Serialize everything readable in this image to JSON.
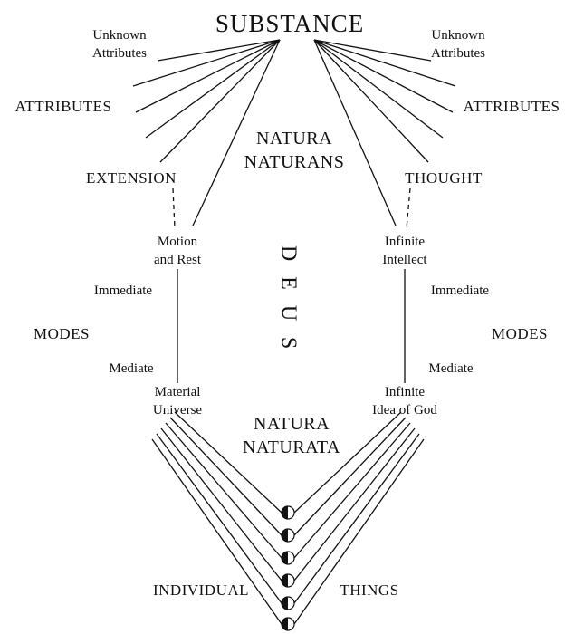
{
  "colors": {
    "ink": "#111111",
    "background": "#ffffff"
  },
  "diagram": {
    "substance": "SUBSTANCE",
    "natura_naturans": [
      "NATURA",
      "NATURANS"
    ],
    "natura_naturata": [
      "NATURA",
      "NATURATA"
    ],
    "deus": [
      "D",
      "E",
      "U",
      "S"
    ],
    "individual_things": [
      "INDIVIDUAL",
      "THINGS"
    ],
    "left": {
      "unknown_attributes": [
        "Unknown",
        "Attributes"
      ],
      "attributes": "ATTRIBUTES",
      "attribute_named": "EXTENSION",
      "immediate_mode": [
        "Motion",
        "and Rest"
      ],
      "immediate_label": "Immediate",
      "modes": "MODES",
      "mediate_label": "Mediate",
      "mediate_mode": [
        "Material",
        "Universe"
      ]
    },
    "right": {
      "unknown_attributes": [
        "Unknown",
        "Attributes"
      ],
      "attributes": "ATTRIBUTES",
      "attribute_named": "THOUGHT",
      "immediate_mode": [
        "Infinite",
        "Intellect"
      ],
      "immediate_label": "Immediate",
      "modes": "MODES",
      "mediate_label": "Mediate",
      "mediate_mode": [
        "Infinite",
        "Idea of God"
      ]
    }
  }
}
